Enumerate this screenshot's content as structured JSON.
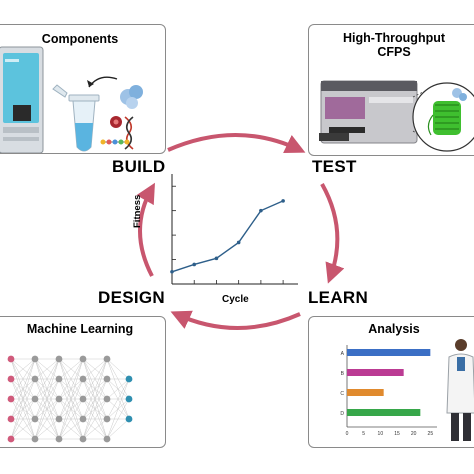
{
  "stages": {
    "build": "BUILD",
    "test": "TEST",
    "learn": "LEARN",
    "design": "DESIGN"
  },
  "panels": {
    "components": {
      "title": "Components"
    },
    "cfps": {
      "title_line1": "High-Throughput",
      "title_line2": "CFPS"
    },
    "ml": {
      "title": "Machine Learning"
    },
    "analysis": {
      "title": "Analysis"
    }
  },
  "colors": {
    "cycle_arrow": "#c8566e",
    "line_series": "#2e5f8a",
    "bar_blue": "#3b6fc5",
    "bar_magenta": "#bb3b93",
    "bar_orange": "#e08a2e",
    "bar_green": "#37a74a",
    "ml_input_node": "#d05a7b",
    "ml_hidden_node": "#9a9a9a",
    "ml_output_node": "#2f8fb0",
    "protein_green": "#3fbf2f"
  },
  "chart_data": [
    {
      "type": "line",
      "title": "",
      "xlabel": "Cycle",
      "ylabel": "Fitness",
      "x": [
        1,
        2,
        3,
        4,
        5,
        6
      ],
      "y": [
        1.0,
        1.6,
        2.1,
        3.4,
        6.0,
        6.8
      ],
      "xlim": [
        1,
        6.4
      ],
      "ylim": [
        0,
        9
      ],
      "ticks_labeled": false
    },
    {
      "type": "bar",
      "orientation": "horizontal",
      "categories": [
        "A",
        "B",
        "C",
        "D"
      ],
      "values": [
        25,
        17,
        11,
        22
      ],
      "xticks": [
        "0",
        "5",
        "10",
        "15",
        "20",
        "25"
      ],
      "xlim": [
        0,
        27
      ]
    }
  ]
}
